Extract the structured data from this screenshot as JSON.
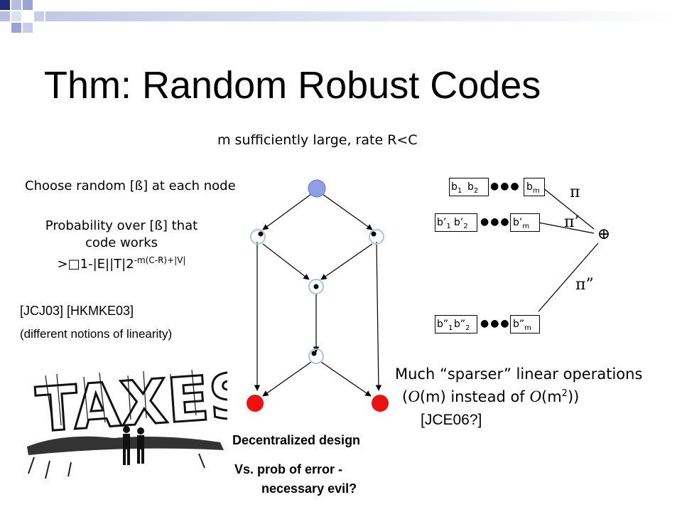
{
  "slide": {
    "title": "Thm: Random Robust Codes",
    "subtitle": "m sufficiently large, rate R<C",
    "choose_text": "Choose random [ß] at each node",
    "prob_line1": "Probability over [ß] that",
    "prob_line2": "code works",
    "prob_line3": ">□1-|E||T|2",
    "prob_exponent": "-m(C-R)+|V|",
    "refs": "[JCJ03] [HKMKE03]",
    "notions": "(different notions of linearity)",
    "decentralized": "Decentralized design",
    "vs_line1": "Vs. prob of error -",
    "vs_line2": "necessary evil?",
    "sparse_line1": "Much “sparser” linear operations",
    "sparse_open": "(",
    "sparse_O1": "O",
    "sparse_mid": "(m) instead of ",
    "sparse_O2": "O",
    "sparse_m": "(m",
    "sparse_sup": "2",
    "sparse_close": "))",
    "jce": "[JCE06?]"
  },
  "codes": {
    "row1": {
      "b1": "b",
      "b1_sub": "1",
      "b2": "b",
      "b2_sub": "2",
      "bm": "b",
      "bm_sub": "m"
    },
    "row2": {
      "b1": "b’",
      "b1_sub": "1",
      "b2": "b’",
      "b2_sub": "2",
      "bm": "b’",
      "bm_sub": "m"
    },
    "row3": {
      "b1": "b”",
      "b1_sub": "1",
      "b2": "b”",
      "b2_sub": "2",
      "bm": "b”",
      "bm_sub": "m"
    },
    "dots": "●●●",
    "pi": "π",
    "pi_prime": "π’",
    "pi_double": "π”",
    "xor": "⊕"
  },
  "icons": {
    "corner": "square-pattern-bar",
    "network": "network-graph",
    "taxes": "taxes-cartoon-picture",
    "taxes_text": "TAXES"
  },
  "colors": {
    "source_node": "#8f9fe6",
    "sink_node": "#ee1111",
    "node_ring": "#a8c3f0",
    "corner_dark": "#1f2a78",
    "corner_light": "#a8b0d8"
  }
}
